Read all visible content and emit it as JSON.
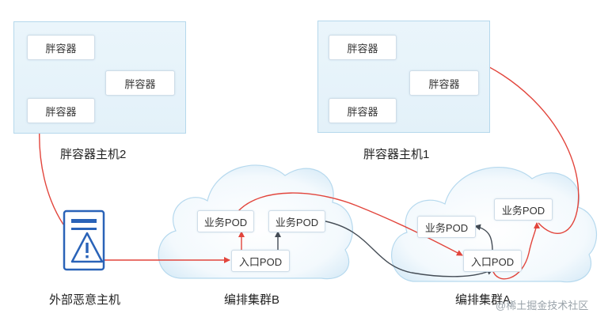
{
  "diagram": {
    "host2": {
      "caption": "胖容器主机2",
      "containers": [
        "胖容器",
        "胖容器",
        "胖容器"
      ]
    },
    "host1": {
      "caption": "胖容器主机1",
      "containers": [
        "胖容器",
        "胖容器",
        "胖容器"
      ]
    },
    "cluster_b": {
      "caption": "编排集群B",
      "pods": [
        "业务POD",
        "业务POD"
      ],
      "ingress": "入口POD"
    },
    "cluster_a": {
      "caption": "编排集群A",
      "pods": [
        "业务POD",
        "业务POD"
      ],
      "ingress": "入口POD"
    },
    "attacker": {
      "caption": "外部恶意主机"
    },
    "colors": {
      "attack_path": "#e2453c",
      "normal_path": "#444c55",
      "host_bg": "#e6f3fa",
      "cloud_border": "#b6d9ee"
    },
    "watermark": "@稀土掘金技术社区"
  }
}
